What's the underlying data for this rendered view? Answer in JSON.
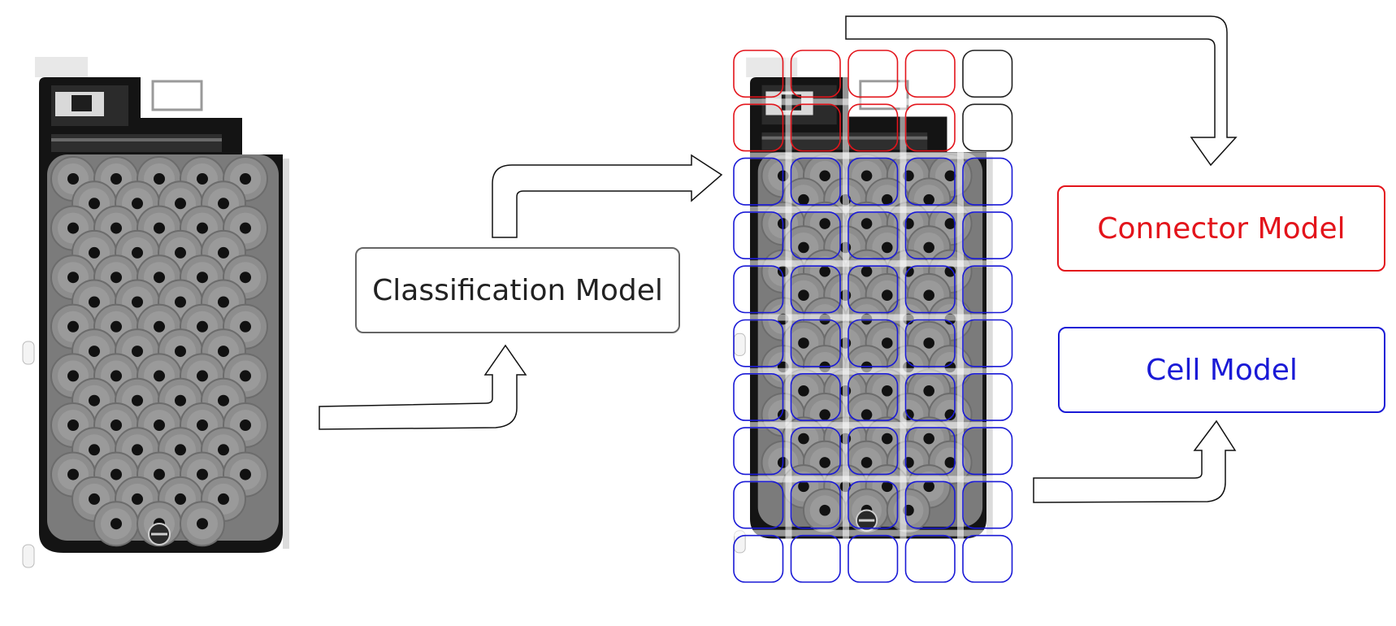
{
  "classification_model": {
    "label": "Classification Model",
    "border": "#666666",
    "text_color": "#222222"
  },
  "connector_model": {
    "label": "Connector Model",
    "color": "#e3141b"
  },
  "cell_model": {
    "label": "Cell Model",
    "color": "#1a1ad6"
  },
  "grid": {
    "columns": 5,
    "rows": 10,
    "connector_rows": 2,
    "unused_cells": [
      [
        0,
        4
      ],
      [
        1,
        4
      ]
    ],
    "connector_color": "#e3141b",
    "cell_color": "#1a1ad6",
    "unused_color": "#222222"
  },
  "battery_pack": {
    "cell_rows": [
      5,
      4,
      5,
      4,
      5,
      4,
      5,
      4,
      5,
      4,
      5,
      4,
      5,
      4,
      3
    ]
  },
  "icons": [
    "battery-pack-xray-image",
    "split-battery-image",
    "arrow-icon"
  ]
}
